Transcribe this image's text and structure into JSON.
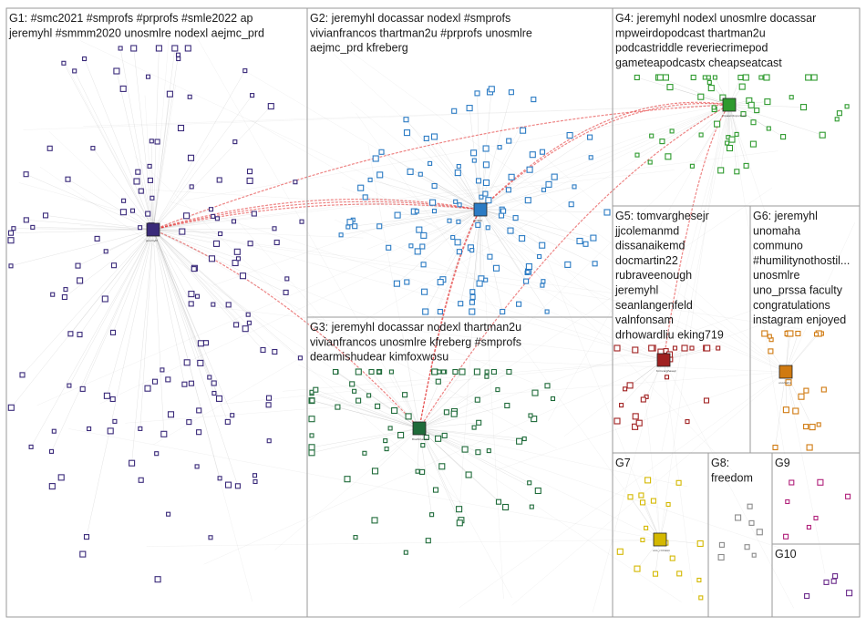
{
  "groups": [
    {
      "id": "G1",
      "title_lines": [
        "G1: #smc2021 #smprofs #prprofs #smle2022 ap",
        "jeremyhl #smmm2020 unosmlre nodexl aejmc_prd"
      ],
      "color": "#3a2a7a",
      "hub_label": "jeremyhl"
    },
    {
      "id": "G2",
      "title_lines": [
        "G2: jeremyhl docassar nodexl #smprofs",
        "vivianfrancos thartman2u #prprofs unosmlre",
        "aejmc_prd kfreberg"
      ],
      "color": "#2b7bc4",
      "hub_label": "nodexl"
    },
    {
      "id": "G3",
      "title_lines": [
        "G3: jeremyhl docassar nodexl thartman2u",
        "vivianfrancos unosmlre kfreberg #smprofs",
        "dearmishudear kimfoxwosu"
      ],
      "color": "#1f6b3a",
      "hub_label": "thartman2u"
    },
    {
      "id": "G4",
      "title_lines": [
        "G4: jeremyhl nodexl unosmlre docassar",
        "mpweirdopodcast thartman2u",
        "podcastriddle reveriecrimepod",
        "gameteapodcastx cheapseatcast"
      ],
      "color": "#2e9a2e",
      "hub_label": "mpweirdopodcast"
    },
    {
      "id": "G5",
      "title_lines": [
        "G5: tomvarghesejr",
        "jjcolemanmd",
        "dissanaikemd",
        "docmartin22",
        "rubraveenough",
        "jeremyhl",
        "seanlangenfeld",
        "valnfonsam",
        "drhowardliu eking719"
      ],
      "color": "#a02020",
      "hub_label": "tomvarghesejr"
    },
    {
      "id": "G6",
      "title_lines": [
        "G6: jeremyhl",
        "unomaha",
        "communo",
        "#humilitynothostil...",
        "unosmlre",
        "uno_prssa faculty",
        "congratulations",
        "instagram enjoyed"
      ],
      "color": "#d07a10",
      "hub_label": "unomaha"
    },
    {
      "id": "G7",
      "title_lines": [
        "G7"
      ],
      "color": "#d4b800",
      "hub_label": "uno_crimson"
    },
    {
      "id": "G8",
      "title_lines": [
        "G8:",
        "freedom"
      ],
      "color": "#8a8a8a",
      "hub_label": ""
    },
    {
      "id": "G9",
      "title_lines": [
        "G9"
      ],
      "color": "#b0207a",
      "hub_label": ""
    },
    {
      "id": "G10",
      "title_lines": [
        "G10"
      ],
      "color": "#6a2a8a",
      "hub_label": ""
    }
  ],
  "colors": {
    "edge": "#9a9a9a",
    "highlight_edge": "#e02020",
    "panel_border": "#9a9a9a"
  }
}
